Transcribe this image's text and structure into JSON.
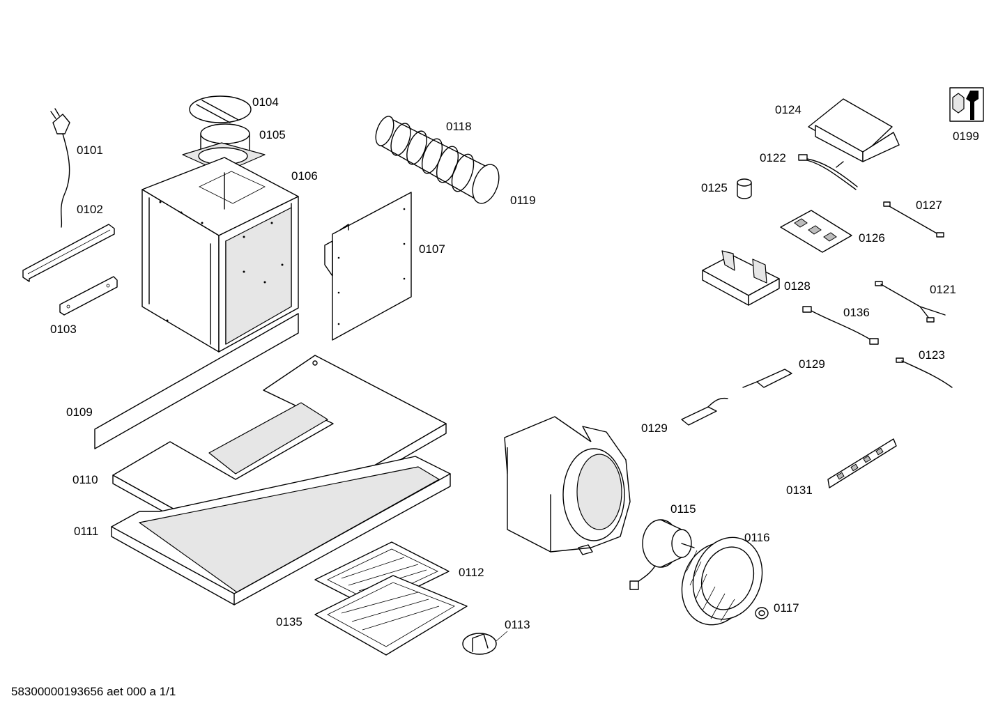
{
  "labels": {
    "p0101": "0101",
    "p0102": "0102",
    "p0103": "0103",
    "p0104": "0104",
    "p0105": "0105",
    "p0106": "0106",
    "p0107": "0107",
    "p0109": "0109",
    "p0110": "0110",
    "p0111": "0111",
    "p0112": "0112",
    "p0113": "0113",
    "p0115": "0115",
    "p0116": "0116",
    "p0117": "0117",
    "p0118": "0118",
    "p0119": "0119",
    "p0121": "0121",
    "p0122": "0122",
    "p0123": "0123",
    "p0124": "0124",
    "p0125": "0125",
    "p0126": "0126",
    "p0127": "0127",
    "p0128": "0128",
    "p0129a": "0129",
    "p0129b": "0129",
    "p0131": "0131",
    "p0135": "0135",
    "p0136": "0136",
    "p0199": "0199"
  },
  "footer": "58300000193656 aet 000 a 1/1",
  "icons": {
    "service": "wrench-nut-icon"
  }
}
